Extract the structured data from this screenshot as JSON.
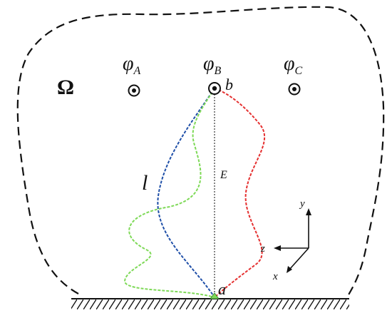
{
  "domain_label": "Ω",
  "sources": [
    {
      "symbol": "φ",
      "subscript": "A"
    },
    {
      "symbol": "φ",
      "subscript": "B"
    },
    {
      "symbol": "φ",
      "subscript": "C"
    }
  ],
  "points": {
    "top": "b",
    "bottom": "a"
  },
  "path_label": "l",
  "segment_label": "E",
  "axes": {
    "x": "x",
    "y": "y",
    "z": "z"
  },
  "colors": {
    "boundary": "#111111",
    "straight": "#555555",
    "path_blue": "#1f4fa8",
    "path_green": "#7ed957",
    "path_red": "#e53030",
    "ground": "#111111"
  }
}
